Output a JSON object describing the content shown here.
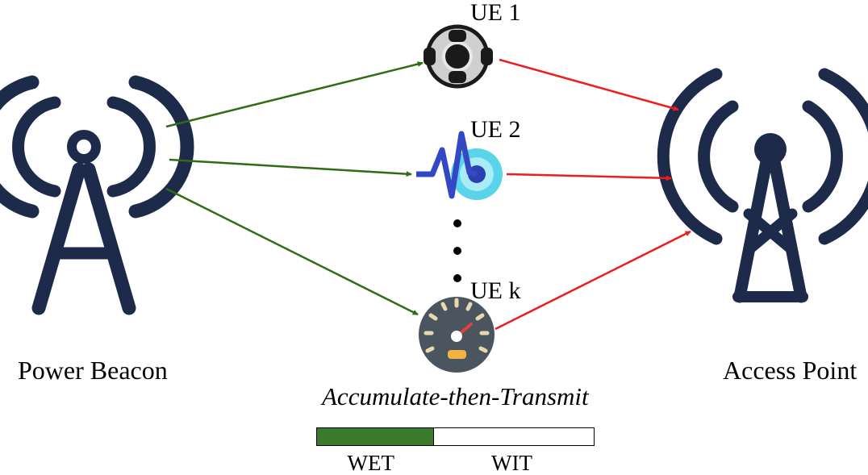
{
  "nodes": {
    "source_label": "Power Beacon",
    "sink_label": "Access Point"
  },
  "users": [
    {
      "label": "UE 1"
    },
    {
      "label": "UE 2"
    },
    {
      "label": "UE k"
    }
  ],
  "protocol": {
    "name": "Accumulate-then-Transmit",
    "phases": [
      {
        "label": "WET",
        "share": 0.42,
        "color": "#3a7a2a"
      },
      {
        "label": "WIT",
        "share": 0.58,
        "color": "#ffffff"
      }
    ]
  },
  "colors": {
    "tower": "#1e2a4a",
    "energy_link": "#2f6d12",
    "info_link": "#ee1c1c"
  },
  "icons": {
    "source": "radio-tower-icon",
    "sink": "wireless-access-point-icon",
    "ue1": "controller-icon",
    "ue2": "signal-target-icon",
    "ue3": "speedometer-icon"
  }
}
